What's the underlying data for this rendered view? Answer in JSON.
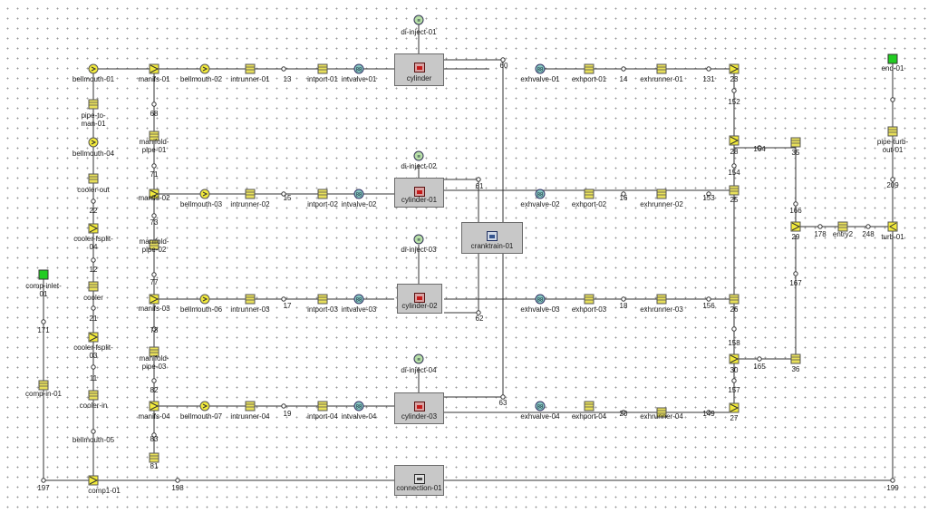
{
  "labels": [
    {
      "text": "di-inject-01"
    },
    {
      "text": "di-inject-02"
    },
    {
      "text": "di-inject-03"
    },
    {
      "text": "di-inject-04"
    },
    {
      "text": "60"
    },
    {
      "text": "61"
    },
    {
      "text": "62"
    },
    {
      "text": "63"
    },
    {
      "text": "bellmouth-01"
    },
    {
      "text": "manifs-01"
    },
    {
      "text": "bellmouth-02"
    },
    {
      "text": "intrunner-01"
    },
    {
      "text": "13"
    },
    {
      "text": "intport-01"
    },
    {
      "text": "intvalve-01"
    },
    {
      "text": "exhvalve-01"
    },
    {
      "text": "exhport-01"
    },
    {
      "text": "14"
    },
    {
      "text": "exhrunner-01"
    },
    {
      "text": "131"
    },
    {
      "text": "23"
    },
    {
      "text": "152"
    },
    {
      "text": "end-01"
    },
    {
      "text": "pipe-to-man-01"
    },
    {
      "text": "68"
    },
    {
      "text": "manifold-pipe-01"
    },
    {
      "text": "bellmouth-04"
    },
    {
      "text": "cooler-out"
    },
    {
      "text": "22"
    },
    {
      "text": "cooler-fsplit-04"
    },
    {
      "text": "12"
    },
    {
      "text": "cooler"
    },
    {
      "text": "21"
    },
    {
      "text": "cooler-fsplit-03"
    },
    {
      "text": "11"
    },
    {
      "text": "cooler-in"
    },
    {
      "text": "bellmouth-05"
    },
    {
      "text": "71"
    },
    {
      "text": "manifs-02"
    },
    {
      "text": "bellmouth-03"
    },
    {
      "text": "intrunner-02"
    },
    {
      "text": "15"
    },
    {
      "text": "intport-02"
    },
    {
      "text": "intvalve-02"
    },
    {
      "text": "exhvalve-02"
    },
    {
      "text": "exhport-02"
    },
    {
      "text": "16"
    },
    {
      "text": "exhrunner-02"
    },
    {
      "text": "153"
    },
    {
      "text": "25"
    },
    {
      "text": "28"
    },
    {
      "text": "164"
    },
    {
      "text": "35"
    },
    {
      "text": "154"
    },
    {
      "text": "pipe-turb-out-01"
    },
    {
      "text": "209"
    },
    {
      "text": "73"
    },
    {
      "text": "manifold-pipe-02"
    },
    {
      "text": "77"
    },
    {
      "text": "166"
    },
    {
      "text": "29"
    },
    {
      "text": "178"
    },
    {
      "text": "entry2"
    },
    {
      "text": "248"
    },
    {
      "text": "turb-01"
    },
    {
      "text": "comp-inlet-01"
    },
    {
      "text": "171"
    },
    {
      "text": "167"
    },
    {
      "text": "manifs-03"
    },
    {
      "text": "bellmouth-06"
    },
    {
      "text": "intrunner-03"
    },
    {
      "text": "17"
    },
    {
      "text": "intport-03"
    },
    {
      "text": "intvalve-03"
    },
    {
      "text": "exhvalve-03"
    },
    {
      "text": "exhport-03"
    },
    {
      "text": "18"
    },
    {
      "text": "exhrunner-03"
    },
    {
      "text": "156"
    },
    {
      "text": "26"
    },
    {
      "text": "78"
    },
    {
      "text": "manifold-pipe-03"
    },
    {
      "text": "158"
    },
    {
      "text": "30"
    },
    {
      "text": "165"
    },
    {
      "text": "36"
    },
    {
      "text": "comp-in-01"
    },
    {
      "text": "82"
    },
    {
      "text": "157"
    },
    {
      "text": "manifs-04"
    },
    {
      "text": "bellmouth-07"
    },
    {
      "text": "intrunner-04"
    },
    {
      "text": "19"
    },
    {
      "text": "intport-04"
    },
    {
      "text": "intvalve-04"
    },
    {
      "text": "exhvalve-04"
    },
    {
      "text": "exhport-04"
    },
    {
      "text": "20"
    },
    {
      "text": "exhrunner-04"
    },
    {
      "text": "149"
    },
    {
      "text": "27"
    },
    {
      "text": "83"
    },
    {
      "text": "81"
    },
    {
      "text": "197"
    },
    {
      "text": "comp1-01"
    },
    {
      "text": "198"
    },
    {
      "text": "199"
    }
  ],
  "boxes": [
    {
      "text": "cylinder",
      "icon": "cylinder-icon"
    },
    {
      "text": "cylinder-01",
      "icon": "cylinder-icon"
    },
    {
      "text": "cylinder-02",
      "icon": "cylinder-icon"
    },
    {
      "text": "cylinder-03",
      "icon": "cylinder-icon"
    },
    {
      "text": "cranktrain-01",
      "icon": "cranktrain-icon"
    },
    {
      "text": "connection-01",
      "icon": "connection-icon"
    }
  ],
  "colors": {
    "pipe": "#e8e05a",
    "flowsplit": "#f2ea3c",
    "bellmouth": "#f2ea3c",
    "valve": "#86c6c0",
    "endenv": "#22cc22",
    "wire": "#333333"
  }
}
